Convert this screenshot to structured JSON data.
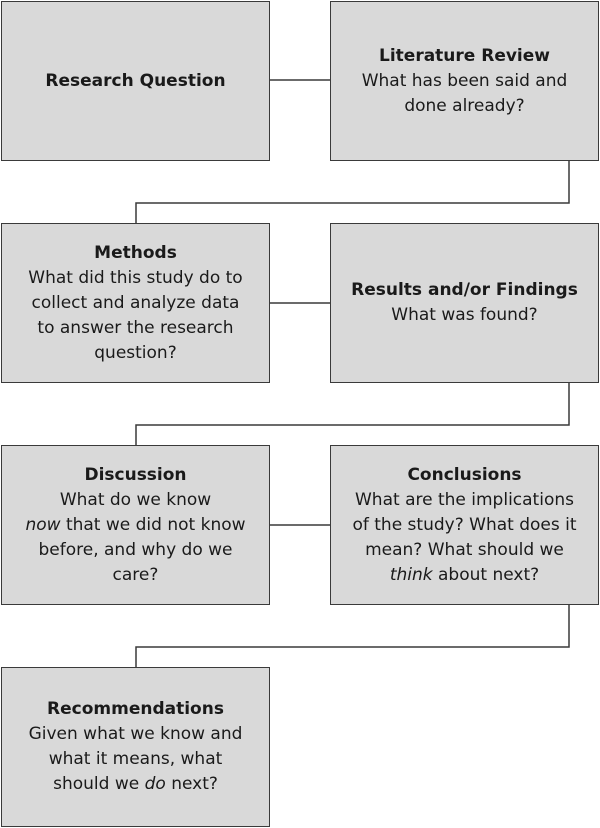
{
  "boxes": {
    "research_question": {
      "title": "Research Question",
      "body": []
    },
    "literature_review": {
      "title": "Literature Review",
      "body": [
        [
          "What has been said and"
        ],
        [
          "done already?"
        ]
      ]
    },
    "methods": {
      "title": "Methods",
      "body": [
        [
          "What did this study do to"
        ],
        [
          "collect and analyze data"
        ],
        [
          "to answer the research"
        ],
        [
          "question?"
        ]
      ]
    },
    "results": {
      "title": "Results and/or Findings",
      "body": [
        [
          "What was found?"
        ]
      ]
    },
    "discussion": {
      "title": "Discussion",
      "body": [
        [
          "What do we know"
        ],
        [
          {
            "t": "now",
            "em": true
          },
          " that we did not know"
        ],
        [
          "before, and why do we"
        ],
        [
          "care?"
        ]
      ]
    },
    "conclusions": {
      "title": "Conclusions",
      "body": [
        [
          "What are the implications"
        ],
        [
          "of the study? What does it"
        ],
        [
          "mean? What should we"
        ],
        [
          {
            "t": "think",
            "em": true
          },
          " about next?"
        ]
      ]
    },
    "recommendations": {
      "title": "Recommendations",
      "body": [
        [
          "Given what we know and"
        ],
        [
          "what it means, what"
        ],
        [
          "should we ",
          {
            "t": "do",
            "em": true
          },
          " next?"
        ]
      ]
    }
  },
  "colors": {
    "box_fill": "#d9d9d9",
    "box_border": "#3a3a3a",
    "line": "#3a3a3a"
  }
}
